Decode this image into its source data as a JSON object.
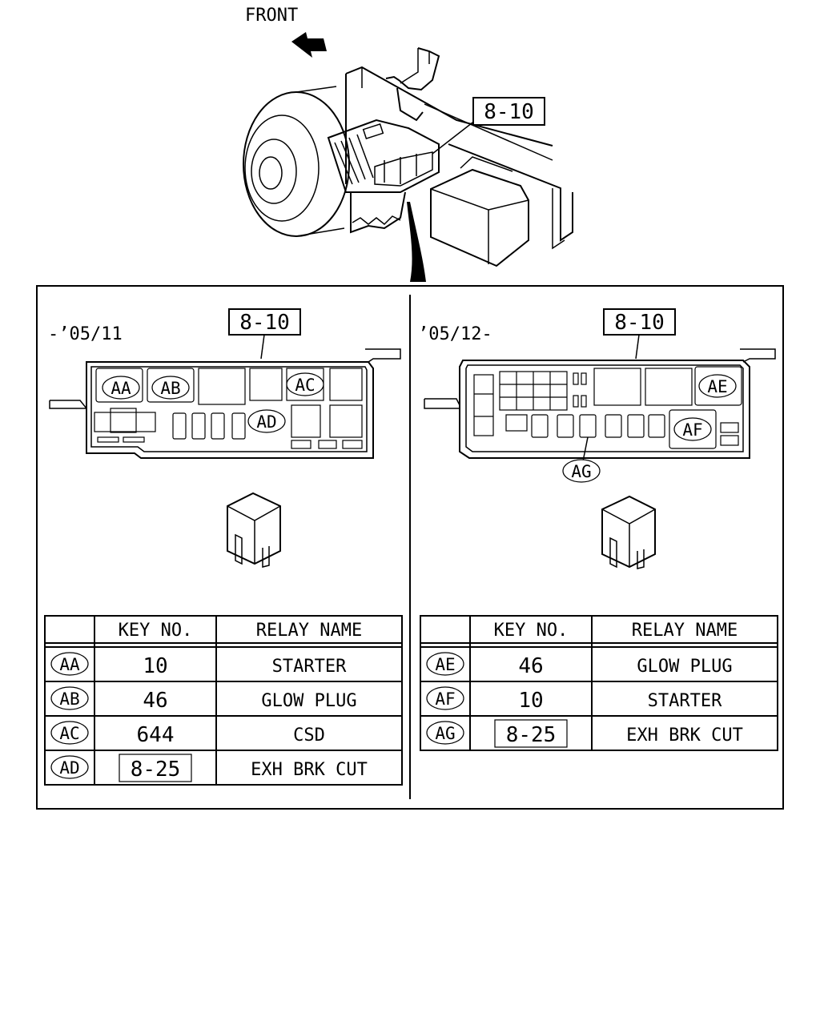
{
  "header": {
    "front_label": "FRONT"
  },
  "refs": {
    "overview_ref": "8-10"
  },
  "panels": [
    {
      "date_label": "-’05/11",
      "box_ref": "8-10",
      "diagram_labels": [
        "AA",
        "AB",
        "AC",
        "AD"
      ],
      "table": {
        "headers": [
          "KEY NO.",
          "RELAY NAME"
        ],
        "rows": [
          {
            "code": "AA",
            "key": "10",
            "name": "STARTER",
            "boxed": false
          },
          {
            "code": "AB",
            "key": "46",
            "name": "GLOW PLUG",
            "boxed": false
          },
          {
            "code": "AC",
            "key": "644",
            "name": "CSD",
            "boxed": false
          },
          {
            "code": "AD",
            "key": "8-25",
            "name": "EXH BRK CUT",
            "boxed": true
          }
        ]
      }
    },
    {
      "date_label": "’05/12-",
      "box_ref": "8-10",
      "diagram_labels": [
        "AE",
        "AF",
        "AG"
      ],
      "table": {
        "headers": [
          "KEY NO.",
          "RELAY NAME"
        ],
        "rows": [
          {
            "code": "AE",
            "key": "46",
            "name": "GLOW PLUG",
            "boxed": false
          },
          {
            "code": "AF",
            "key": "10",
            "name": "STARTER",
            "boxed": false
          },
          {
            "code": "AG",
            "key": "8-25",
            "name": "EXH BRK CUT",
            "boxed": true
          }
        ]
      }
    }
  ]
}
